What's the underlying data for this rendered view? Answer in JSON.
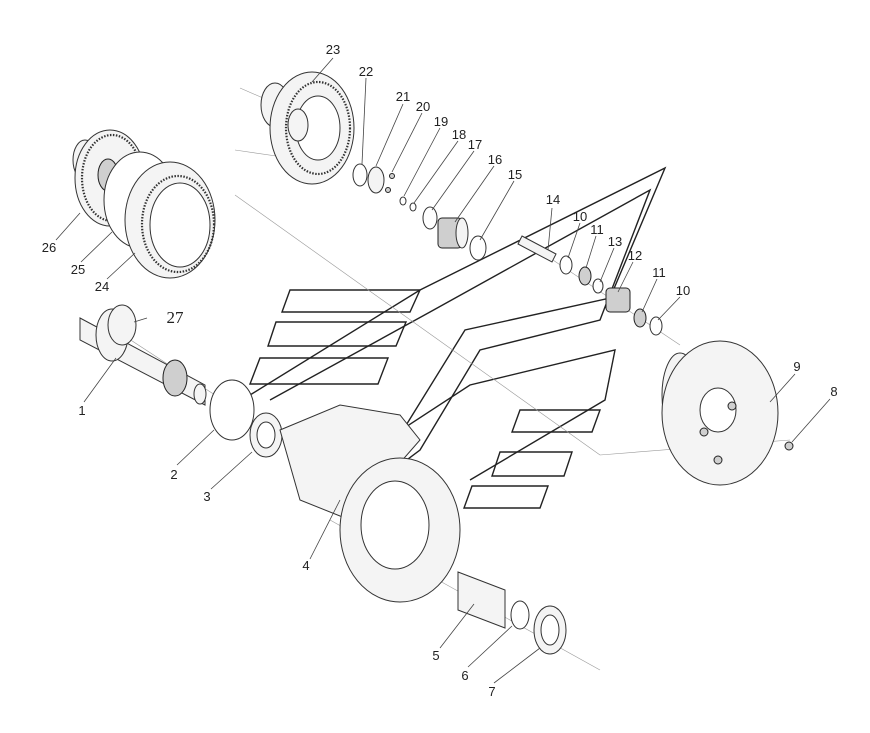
{
  "diagram": {
    "callouts": [
      "1",
      "2",
      "3",
      "4",
      "5",
      "6",
      "7",
      "8",
      "9",
      "10",
      "11",
      "12",
      "13",
      "14",
      "15",
      "16",
      "17",
      "18",
      "19",
      "20",
      "21",
      "22",
      "23",
      "24",
      "25",
      "26",
      "27"
    ]
  },
  "labels": {
    "p1": "1",
    "p2": "2",
    "p3": "3",
    "p4": "4",
    "p5": "5",
    "p6": "6",
    "p7": "7",
    "p8": "8",
    "p9": "9",
    "p10a": "10",
    "p10b": "10",
    "p11a": "11",
    "p11b": "11",
    "p12": "12",
    "p13": "13",
    "p14": "14",
    "p15": "15",
    "p16": "16",
    "p17": "17",
    "p18": "18",
    "p19": "19",
    "p20": "20",
    "p21": "21",
    "p22": "22",
    "p23": "23",
    "p24": "24",
    "p25": "25",
    "p26": "26",
    "p27": "27"
  }
}
